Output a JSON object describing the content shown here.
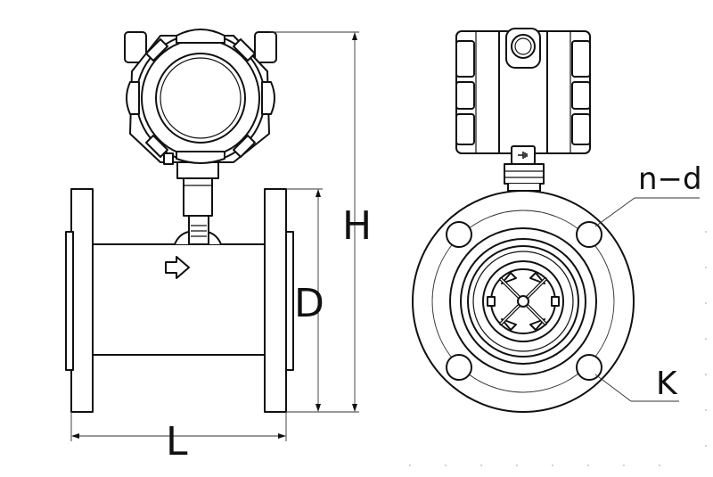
{
  "labels": {
    "height": "H",
    "diameter": "D",
    "length": "L",
    "bolt_holes": "n−d",
    "bolt_circle": "K"
  },
  "icons": {
    "flow_direction": "flow-direction-arrow-icon",
    "ground": "ground-symbol-icon"
  }
}
